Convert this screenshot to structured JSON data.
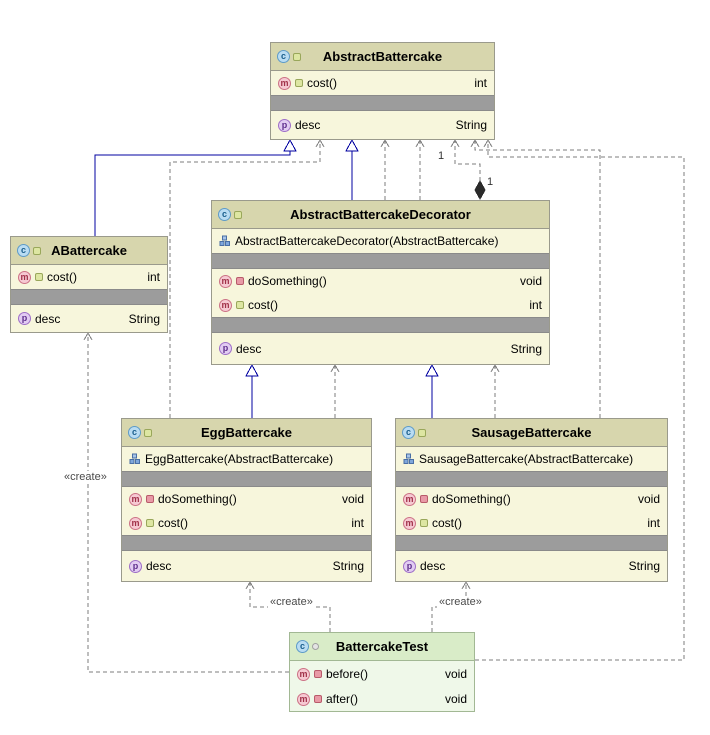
{
  "icons": {
    "class_letter": "c",
    "method_letter": "m",
    "property_letter": "p"
  },
  "labels": {
    "create": "«create»",
    "one": "1"
  },
  "classes": {
    "abstract_battercake": {
      "title": "AbstractBattercake",
      "cost": "cost()",
      "cost_type": "int",
      "desc": "desc",
      "desc_type": "String"
    },
    "a_battercake": {
      "title": "ABattercake",
      "cost": "cost()",
      "cost_type": "int",
      "desc": "desc",
      "desc_type": "String"
    },
    "decorator": {
      "title": "AbstractBattercakeDecorator",
      "ctor": "AbstractBattercakeDecorator(AbstractBattercake)",
      "do_something": "doSomething()",
      "do_something_type": "void",
      "cost": "cost()",
      "cost_type": "int",
      "desc": "desc",
      "desc_type": "String"
    },
    "egg": {
      "title": "EggBattercake",
      "ctor": "EggBattercake(AbstractBattercake)",
      "do_something": "doSomething()",
      "do_something_type": "void",
      "cost": "cost()",
      "cost_type": "int",
      "desc": "desc",
      "desc_type": "String"
    },
    "sausage": {
      "title": "SausageBattercake",
      "ctor": "SausageBattercake(AbstractBattercake)",
      "do_something": "doSomething()",
      "do_something_type": "void",
      "cost": "cost()",
      "cost_type": "int",
      "desc": "desc",
      "desc_type": "String"
    },
    "test": {
      "title": "BattercakeTest",
      "before": "before()",
      "before_type": "void",
      "after": "after()",
      "after_type": "void"
    }
  },
  "colors": {
    "box_body": "#F7F6DC",
    "box_header": "#D7D6AD",
    "test_body": "#EFF8E9",
    "test_header": "#D9ECC8",
    "separator": "#9C9C9C",
    "inheritance_edge": "#0000A0",
    "dependency_edge": "#7E7E7E"
  }
}
